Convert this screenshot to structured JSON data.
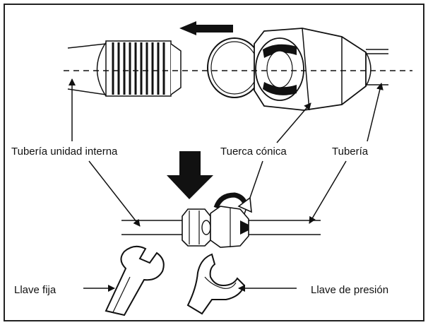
{
  "labels": {
    "indoor_pipe": "Tubería unidad interna",
    "flare_nut": "Tuerca cónica",
    "pipe": "Tubería",
    "fixed_wrench": "Llave fija",
    "torque_wrench": "Llave de presión"
  },
  "colors": {
    "ink": "#111111",
    "background": "#ffffff"
  }
}
